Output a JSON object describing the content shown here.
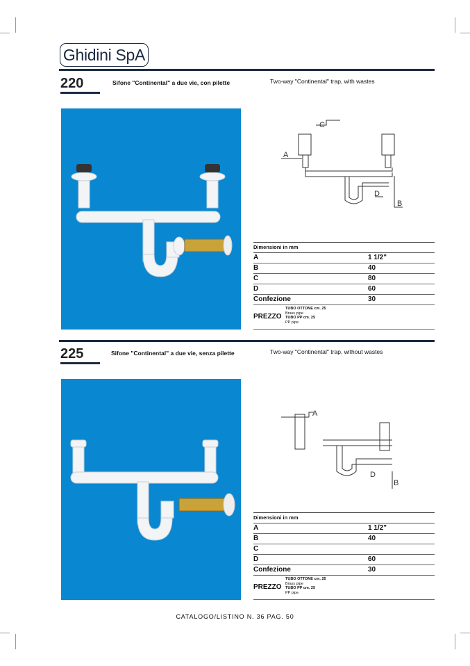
{
  "logo": "Ghidini SpA",
  "products": [
    {
      "code": "220",
      "title_it": "Sifone \"Continental\" a due vie, con pilette",
      "title_en": "Two-way \"Continental\" trap, with wastes",
      "table_header": "Dimensioni in mm",
      "rows": [
        {
          "k": "A",
          "v": "1 1/2\""
        },
        {
          "k": "B",
          "v": "40"
        },
        {
          "k": "C",
          "v": "80"
        },
        {
          "k": "D",
          "v": "60"
        },
        {
          "k": "Confezione",
          "v": "30"
        }
      ],
      "price_label": "PREZZO",
      "price_options": [
        {
          "name": "TUBO OTTONE cm. 25",
          "desc": "Brass pipe"
        },
        {
          "name": "TUBO PP cm. 25",
          "desc": "PP pipe"
        }
      ],
      "diagram_labels": [
        "A",
        "B",
        "C",
        "D"
      ]
    },
    {
      "code": "225",
      "title_it": "Sifone \"Continental\" a due vie, senza pilette",
      "title_en": "Two-way \"Continental\" trap, without wastes",
      "table_header": "Dimensioni in mm",
      "rows": [
        {
          "k": "A",
          "v": "1 1/2\""
        },
        {
          "k": "B",
          "v": "40"
        },
        {
          "k": "C",
          "v": ""
        },
        {
          "k": "D",
          "v": "60"
        },
        {
          "k": "Confezione",
          "v": "30"
        }
      ],
      "price_label": "PREZZO",
      "price_options": [
        {
          "name": "TUBO OTTONE cm. 25",
          "desc": "Brass pipe"
        },
        {
          "name": "TUBO PP cm. 25",
          "desc": "PP pipe"
        }
      ],
      "diagram_labels": [
        "A",
        "B",
        "D"
      ]
    }
  ],
  "footer": "CATALOGO/LISTINO N. 36 PAG. 50",
  "colors": {
    "rule": "#1a2a40",
    "photo_bg": "#0a87d1"
  }
}
